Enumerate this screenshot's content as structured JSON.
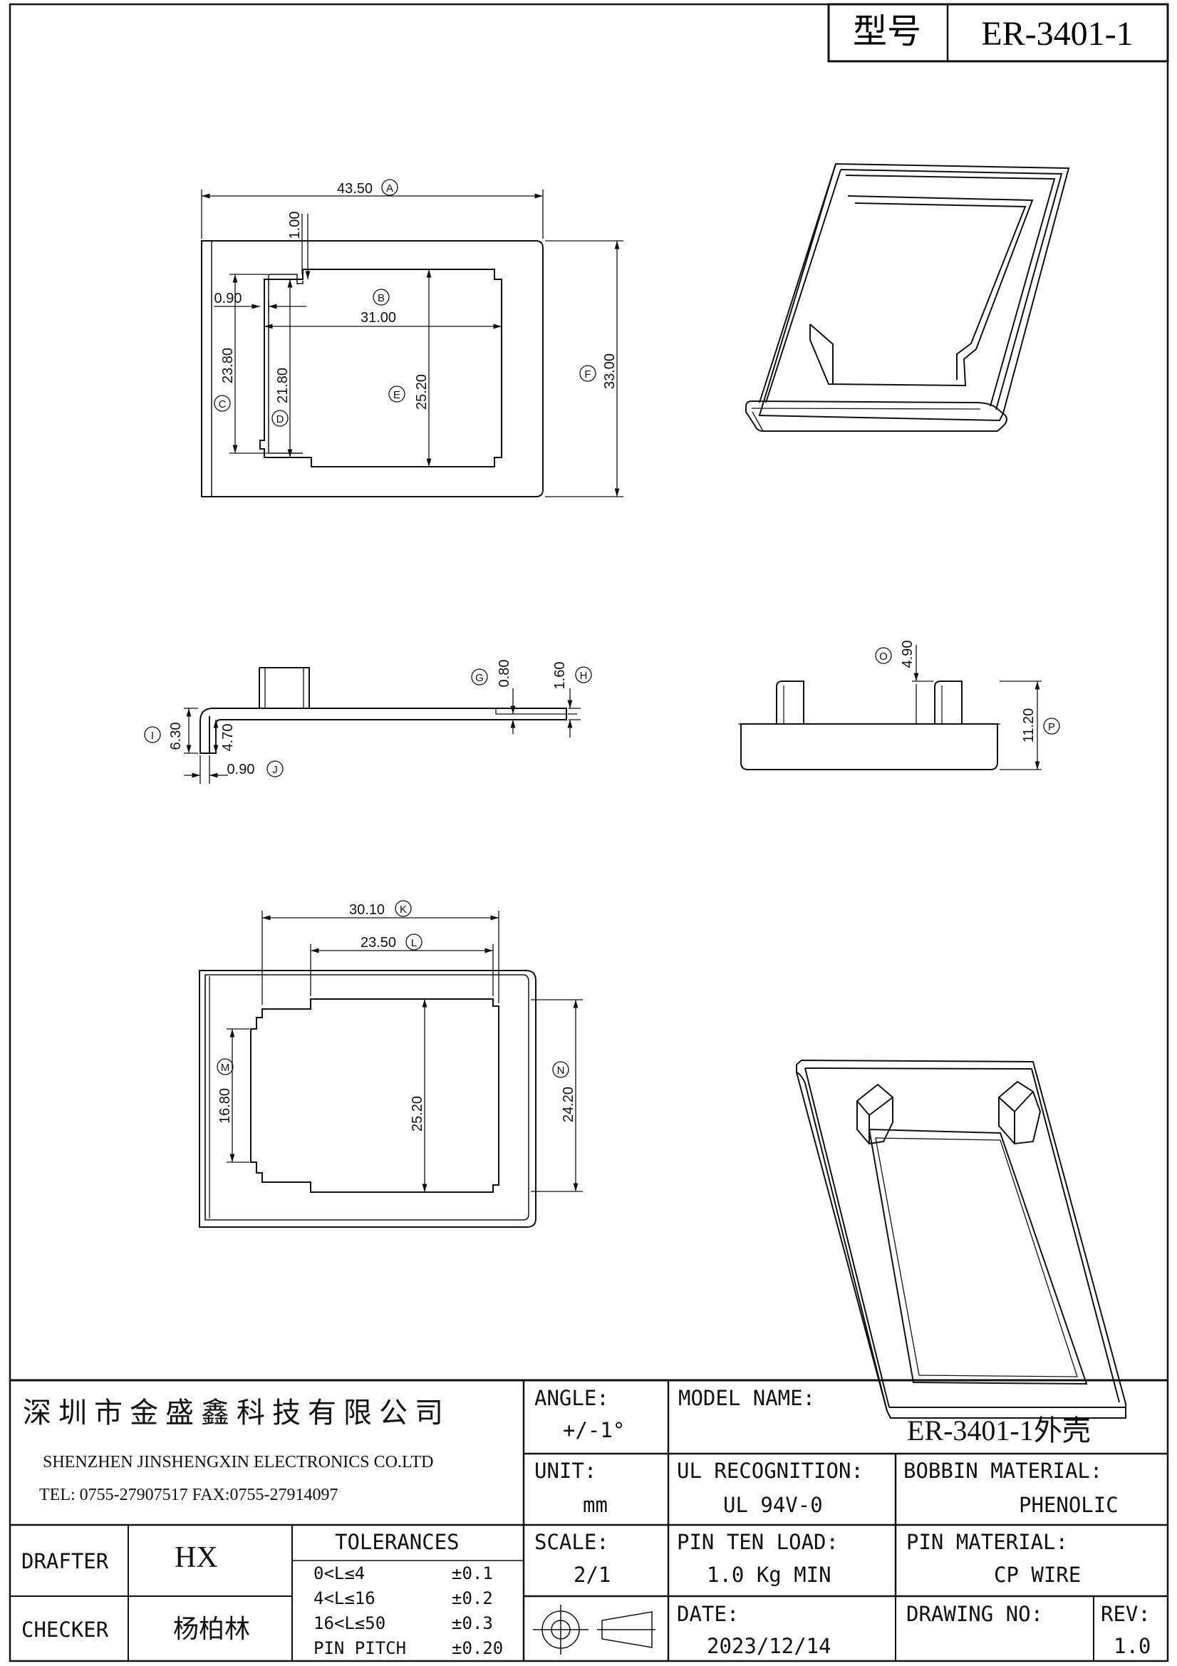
{
  "model": {
    "label": "型号",
    "value": "ER-3401-1"
  },
  "dims": {
    "A": {
      "value": "43.50",
      "letter": "A"
    },
    "B": {
      "value": "31.00",
      "letter": "B"
    },
    "C": {
      "value": "23.80",
      "letter": "C"
    },
    "D": {
      "value": "21.80",
      "letter": "D"
    },
    "E": {
      "value": "25.20",
      "letter": "E"
    },
    "F": {
      "value": "33.00",
      "letter": "F"
    },
    "t100": "1.00",
    "t090": "0.90",
    "G": {
      "value": "0.80",
      "letter": "G"
    },
    "H": {
      "value": "1.60",
      "letter": "H"
    },
    "I": {
      "value": "6.30",
      "letter": "I"
    },
    "t470": "4.70",
    "J": {
      "value": "0.90",
      "letter": "J"
    },
    "O": {
      "value": "4.90",
      "letter": "O"
    },
    "P": {
      "value": "11.20",
      "letter": "P"
    },
    "K": {
      "value": "30.10",
      "letter": "K"
    },
    "L": {
      "value": "23.50",
      "letter": "L"
    },
    "M": {
      "value": "16.80",
      "letter": "M"
    },
    "E2": "25.20",
    "N": {
      "value": "24.20",
      "letter": "N"
    }
  },
  "title_block": {
    "company_cn": "深 圳 市 金 盛 鑫 科 技 有 限 公 司",
    "company_en": "SHENZHEN JINSHENGXIN ELECTRONICS  CO.LTD",
    "tel_fax": "TEL: 0755-27907517   FAX:0755-27914097",
    "angle_label": "ANGLE:",
    "angle_value": "+/-1°",
    "model_name_label": "MODEL NAME:",
    "model_name_value": "ER-3401-1外壳",
    "unit_label": "UNIT:",
    "unit_value": "mm",
    "ul_label": "UL RECOGNITION:",
    "ul_value": "UL 94V-0",
    "bobbin_label": "BOBBIN MATERIAL:",
    "bobbin_value": "PHENOLIC",
    "drafter_label": "DRAFTER",
    "drafter_value": "HX",
    "tolerances_label": "TOLERANCES",
    "tolerances": [
      {
        "range": "0<L≤4",
        "value": "±0.1"
      },
      {
        "range": "4<L≤16",
        "value": "±0.2"
      },
      {
        "range": "16<L≤50",
        "value": "±0.3"
      },
      {
        "range": "PIN PITCH",
        "value": "±0.20"
      }
    ],
    "scale_label": "SCALE:",
    "scale_value": "2/1",
    "pin_ten_label": "PIN TEN LOAD:",
    "pin_ten_value": "1.0 Kg MIN",
    "pin_mat_label": "PIN MATERIAL:",
    "pin_mat_value": "CP WIRE",
    "checker_label": "CHECKER",
    "checker_value": "杨柏林",
    "date_label": "DATE:",
    "date_value": "2023/12/14",
    "drawing_no_label": "DRAWING NO:",
    "rev_label": "REV:",
    "rev_value": "1.0"
  }
}
